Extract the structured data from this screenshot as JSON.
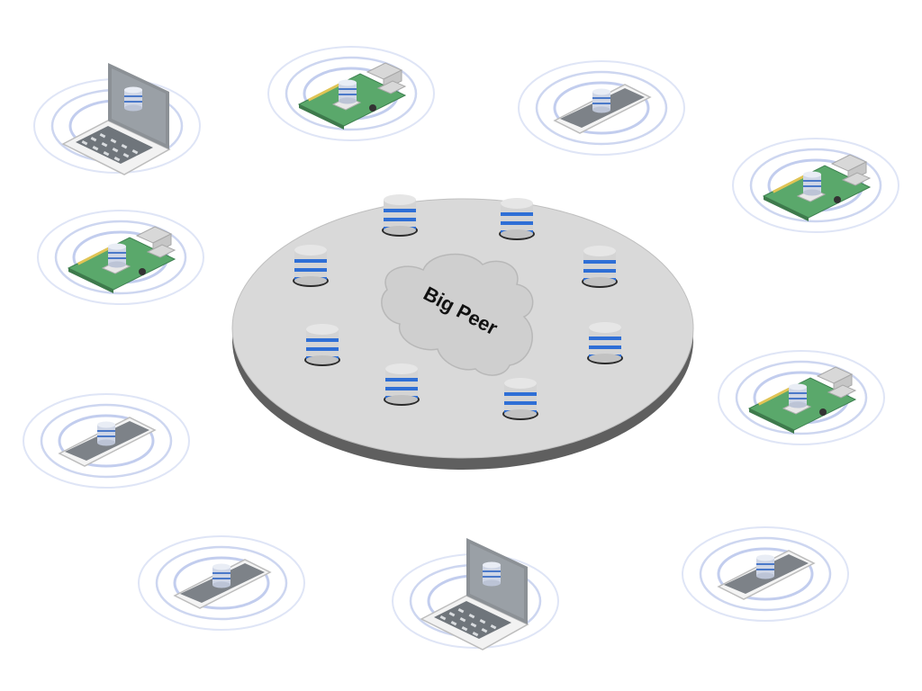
{
  "diagram": {
    "center_label": "Big Peer",
    "colors": {
      "platform_top": "#d9d9d9",
      "platform_side": "#5f5f5f",
      "cloud": "#cfcfcf",
      "db_body": "#d6d6d6",
      "db_band": "#2f6fd6",
      "ring": "#c9d2ee",
      "laptop": "#8c9196",
      "phone": "#7d8288",
      "board": "#5aa86b"
    },
    "edge_devices": [
      {
        "id": "laptop-1",
        "kind": "laptop",
        "icon": "laptop-icon"
      },
      {
        "id": "board-1",
        "kind": "board",
        "icon": "single-board-computer-icon"
      },
      {
        "id": "phone-1",
        "kind": "phone",
        "icon": "smartphone-icon"
      },
      {
        "id": "board-2",
        "kind": "board",
        "icon": "single-board-computer-icon"
      },
      {
        "id": "board-3",
        "kind": "board",
        "icon": "single-board-computer-icon"
      },
      {
        "id": "board-4",
        "kind": "board",
        "icon": "single-board-computer-icon"
      },
      {
        "id": "phone-2",
        "kind": "phone",
        "icon": "smartphone-icon"
      },
      {
        "id": "phone-3",
        "kind": "phone",
        "icon": "smartphone-icon"
      },
      {
        "id": "laptop-2",
        "kind": "laptop",
        "icon": "laptop-icon"
      },
      {
        "id": "phone-4",
        "kind": "phone",
        "icon": "smartphone-icon"
      }
    ],
    "platform_databases": 8
  }
}
